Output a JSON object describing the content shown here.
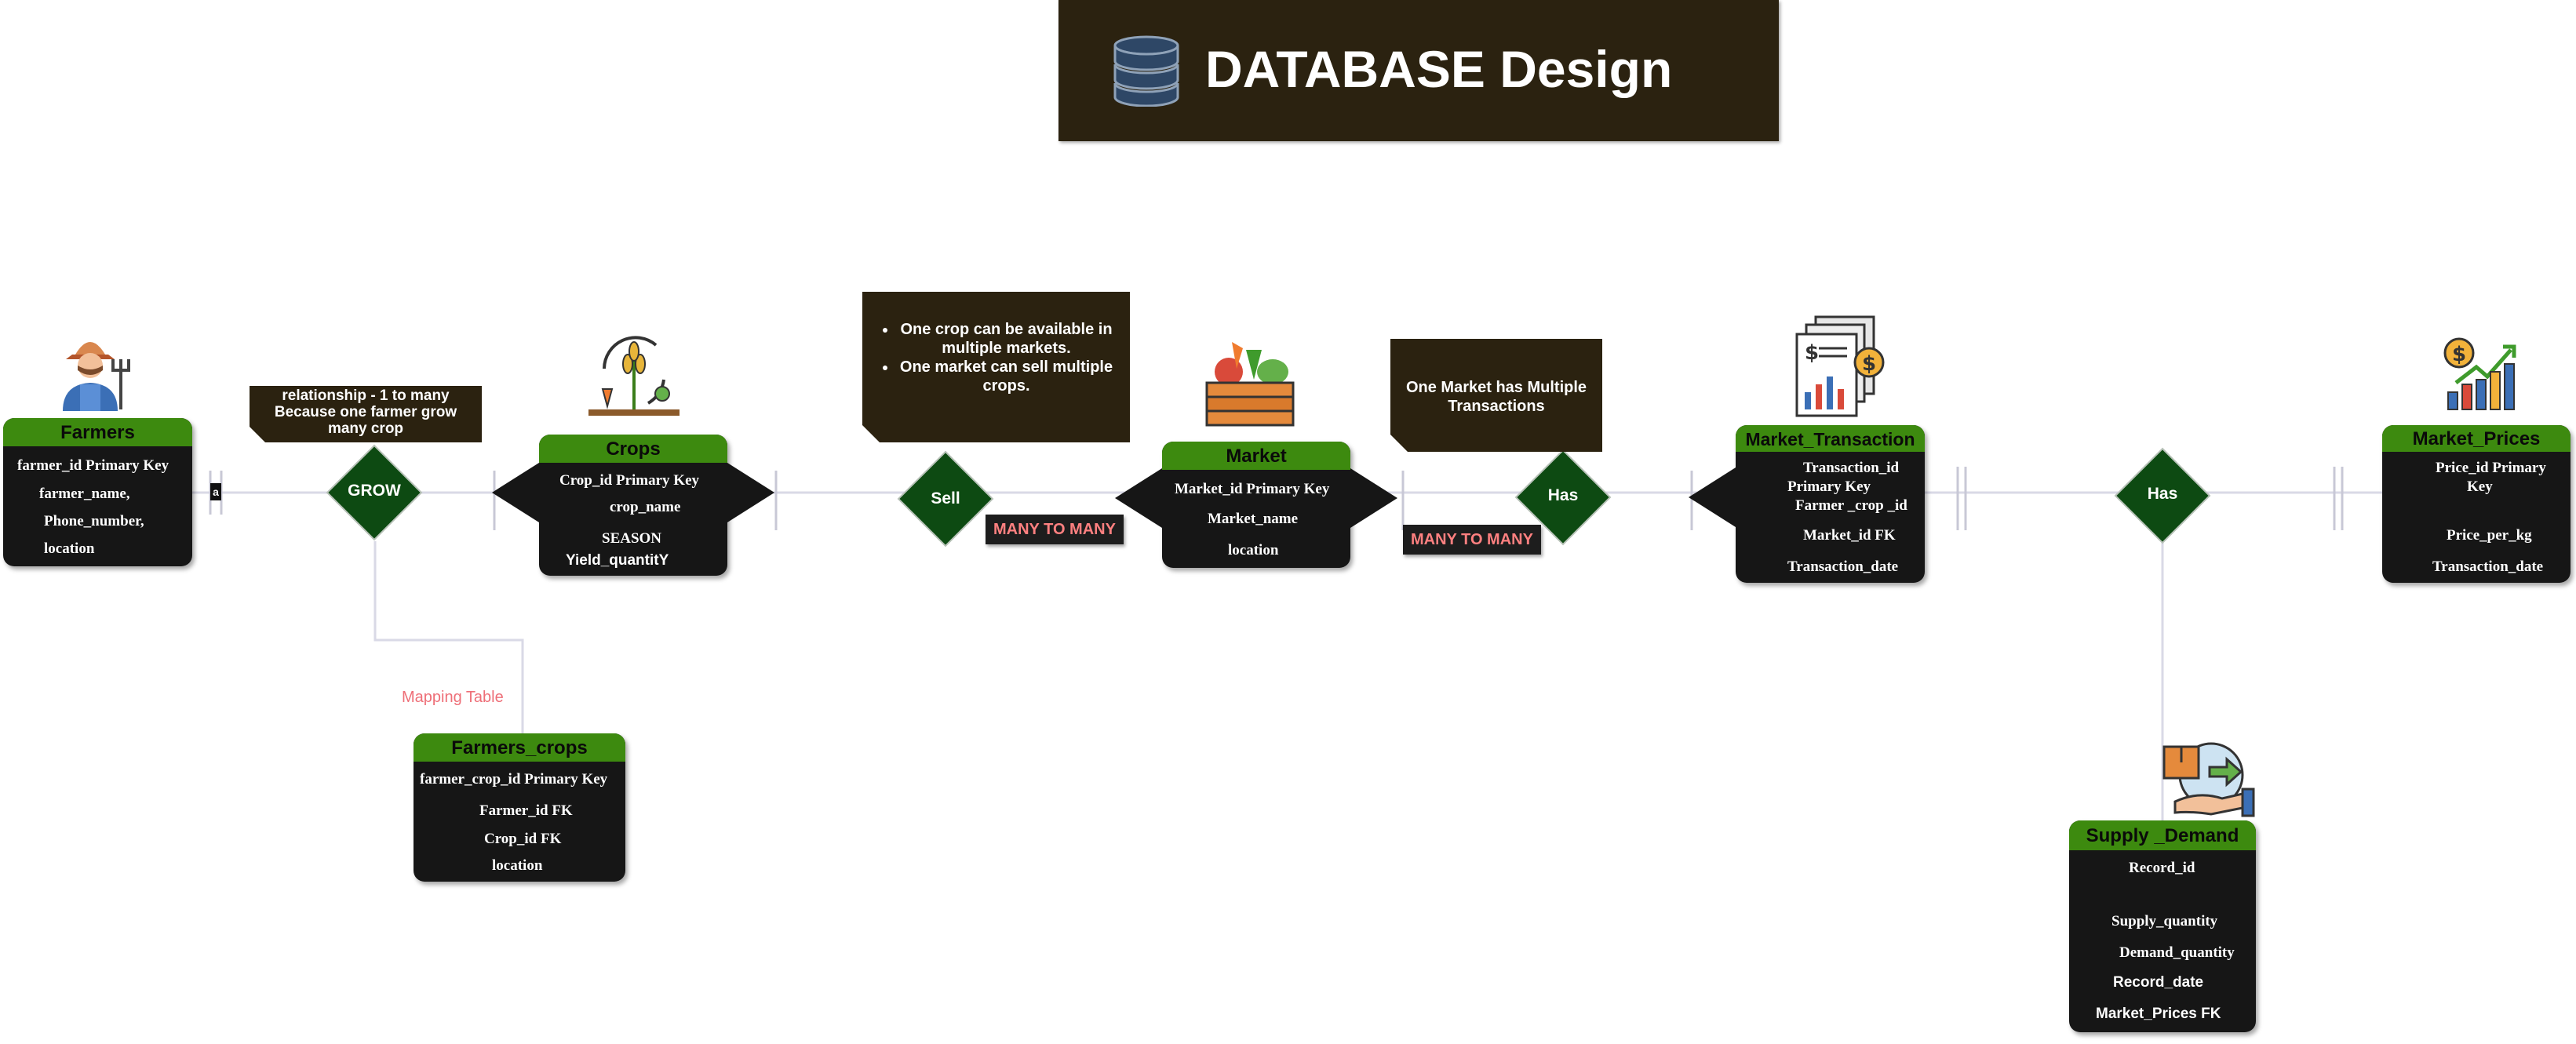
{
  "title": "DATABASE Design",
  "colors": {
    "header_green": "#3d8a0f",
    "box_dark": "#161616",
    "note_brown": "#2b2210",
    "diamond_green": "#0d4a12",
    "tag_text": "#ff8080",
    "mapping_text": "#ee6f78",
    "line": "#d9d9e6"
  },
  "icons": {
    "title": "database-icon",
    "farmers": "farmer-icon",
    "crops": "crop-plant-icon",
    "market": "vegetable-crate-icon",
    "transaction": "financial-report-icon",
    "prices": "price-growth-chart-icon",
    "supply": "delivery-box-hand-icon"
  },
  "entities": {
    "farmers": {
      "name": "Farmers",
      "attrs": [
        "farmer_id Primary Key",
        "farmer_name,",
        "Phone_number,",
        "location"
      ]
    },
    "crops": {
      "name": "Crops",
      "attrs": [
        "Crop_id Primary Key",
        "crop_name",
        "SEASON",
        "Yield_quantitY"
      ]
    },
    "market": {
      "name": "Market",
      "attrs": [
        "Market_id Primary Key",
        "Market_name",
        "location"
      ]
    },
    "transaction": {
      "name": "Market_Transaction",
      "attrs": [
        "Transaction_id",
        "Primary Key",
        "Farmer _crop _id",
        "Market_id  FK",
        "Transaction_date"
      ]
    },
    "prices": {
      "name": "Market_Prices",
      "attrs": [
        "Price_id  Primary",
        "Key",
        "Price_per_kg",
        "Transaction_date"
      ]
    },
    "farmers_crops": {
      "name": "Farmers_crops",
      "attrs": [
        "farmer_crop_id Primary Key",
        "Farmer_id FK",
        "Crop_id FK",
        "location"
      ]
    },
    "supply": {
      "name": "Supply _Demand",
      "attrs": [
        "Record_id",
        "Supply_quantity",
        "Demand_quantity",
        "Record_date",
        "Market_Prices FK"
      ]
    }
  },
  "relationships": {
    "grow": "GROW",
    "sell": "Sell",
    "has1": "Has",
    "has2": "Has"
  },
  "notes": {
    "grow_note": [
      "relationship - 1 to many",
      "Because one farmer grow",
      "many crop"
    ],
    "sell_note": [
      "One crop can be available in multiple markets.",
      "One market can sell multiple crops."
    ],
    "has_note": [
      "One Market has Multiple",
      "Transactions"
    ]
  },
  "tags": {
    "many1": "MANY TO MANY",
    "many2": "MANY TO MANY"
  },
  "mapping_label": "Mapping Table",
  "stub_label": "a"
}
